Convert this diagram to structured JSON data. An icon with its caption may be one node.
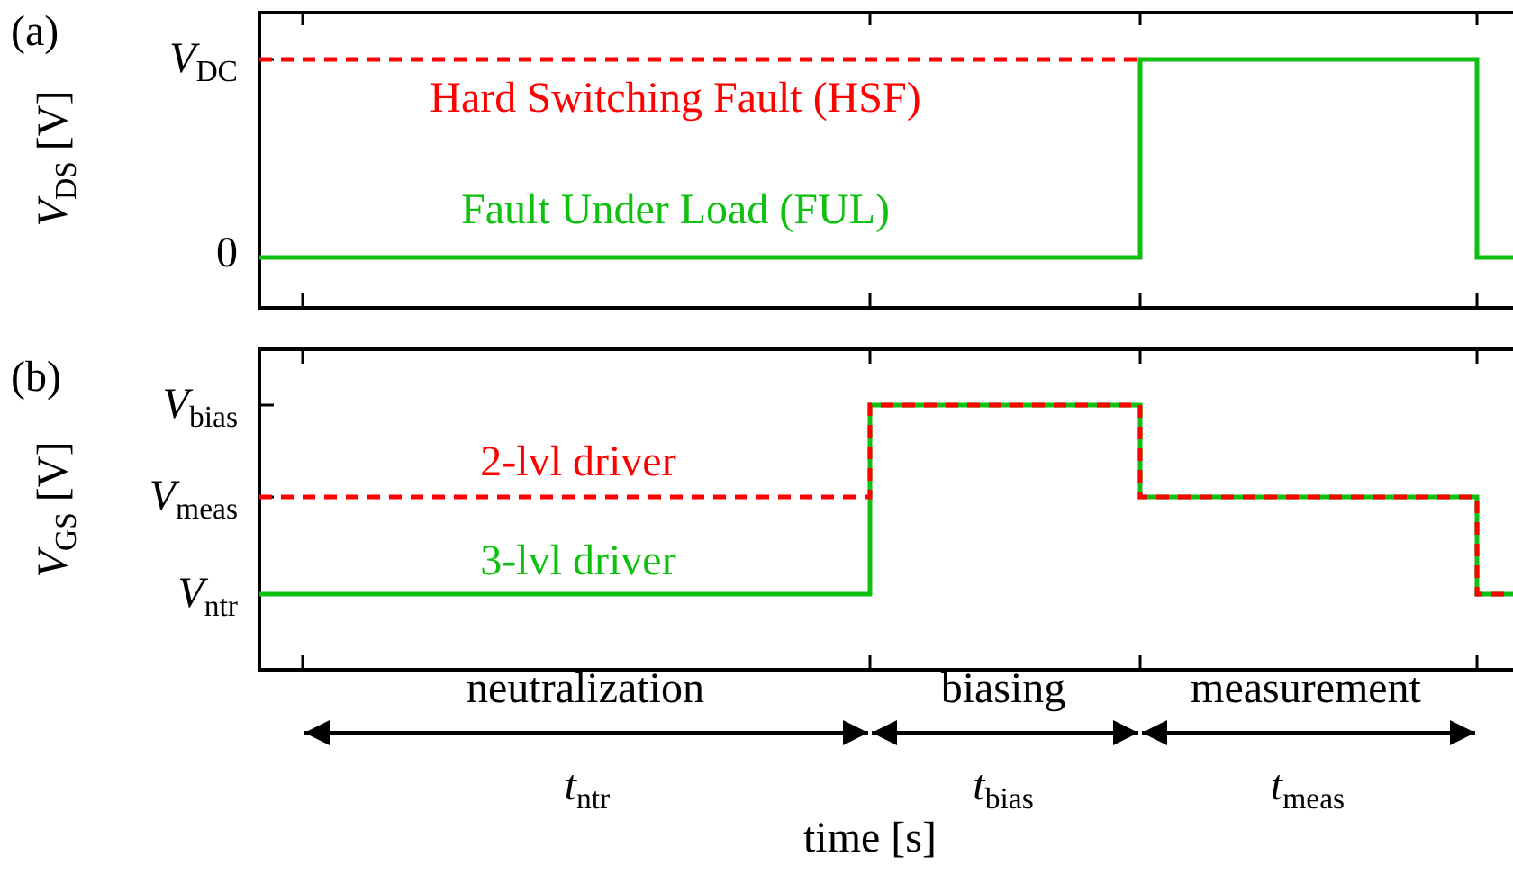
{
  "diagram": {
    "labels": [
      "(a)",
      "*V*$_{DC}$",
      "Hard Switching Fault (HSF)",
      "*V*$_{DS}$ [V]",
      "Fault Under Load (FUL)",
      "0",
      "(b)",
      "*V*$_{bias}$",
      "2-lvl driver",
      "*V*$_{meas}$",
      "*V*$_{GS}$ [V]",
      "3-lvl driver",
      "*V*$_{ntr}$",
      "neutralization",
      "biasing",
      "measurement",
      "*t*$_{ntr}$",
      "*t*$_{bias}$",
      "*t*$_{meas}$",
      "time [s]"
    ]
  }
}
